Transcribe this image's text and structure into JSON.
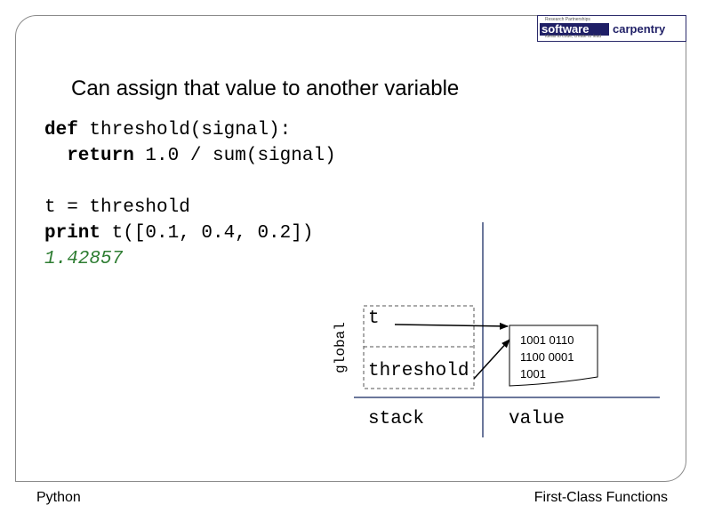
{
  "logo": {
    "tagline_top": "Research Partnerships",
    "word1": "software",
    "word2": "carpentry",
    "tagline_bottom": "Ideas to code, create to lead"
  },
  "slide": {
    "title": "Can assign that value to another variable"
  },
  "code": {
    "line1_keyword": "def",
    "line1_rest": " threshold(signal):",
    "line2_keyword": "  return",
    "line2_rest": " 1.0 / sum(signal)",
    "line3": "t = threshold",
    "line4_keyword": "print",
    "line4_rest": " t([0.1, 0.4, 0.2])",
    "output": "1.42857"
  },
  "diagram": {
    "scope_label": "global",
    "var_t": "t",
    "var_threshold": "threshold",
    "stack_label": "stack",
    "value_label": "value",
    "bits": [
      "1001 0110",
      "1100 0001",
      "1001"
    ]
  },
  "footer": {
    "left": "Python",
    "right": "First-Class Functions"
  }
}
